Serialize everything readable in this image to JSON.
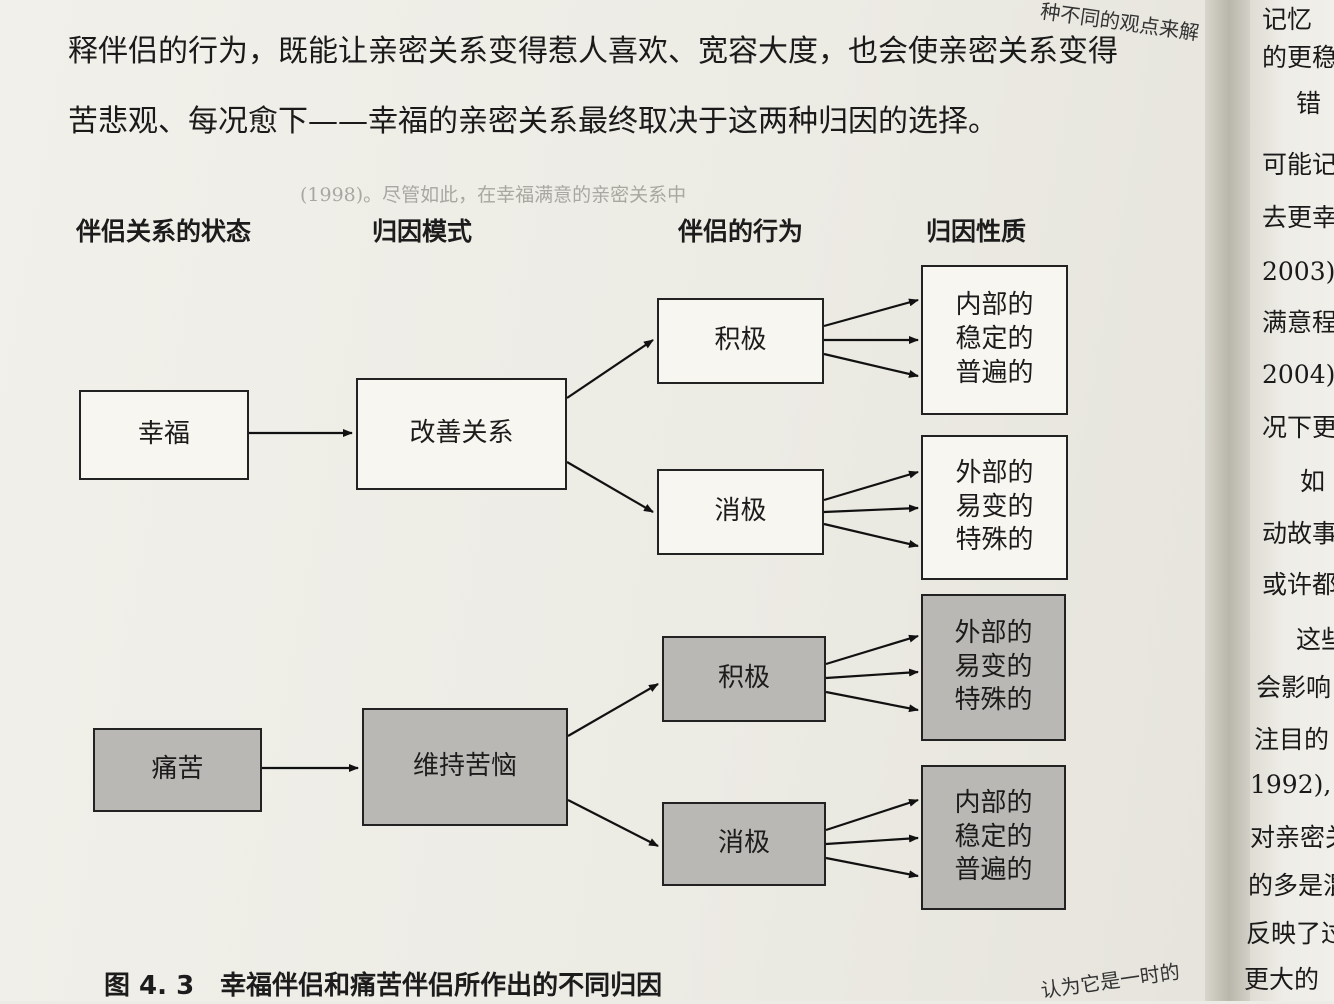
{
  "paragraph": {
    "line1": "释伴侣的行为，既能让亲密关系变得惹人喜欢、宽容大度，也会使亲密关系变得",
    "line2": "苦悲观、每况愈下——幸福的亲密关系最终取决于这两种归因的选择。",
    "top_right_fragment": "种不同的观点来解"
  },
  "diagram": {
    "headers": {
      "state": "伴侣关系的状态",
      "pattern": "归因模式",
      "behavior": "伴侣的行为",
      "nature": "归因性质"
    },
    "happy": {
      "state": "幸福",
      "pattern": "改善关系",
      "positive": "积极",
      "negative": "消极",
      "positive_nature": [
        "内部的",
        "稳定的",
        "普遍的"
      ],
      "negative_nature": [
        "外部的",
        "易变的",
        "特殊的"
      ]
    },
    "distressed": {
      "state": "痛苦",
      "pattern": "维持苦恼",
      "positive": "积极",
      "negative": "消极",
      "positive_nature": [
        "外部的",
        "易变的",
        "特殊的"
      ],
      "negative_nature": [
        "内部的",
        "稳定的",
        "普遍的"
      ]
    }
  },
  "caption": {
    "number": "图 4. 3",
    "title": "幸福伴侣和痛苦伴侣所作出的不同归因"
  },
  "corner_note": "认为它是一时的",
  "right_page_lines": [
    "记忆",
    "的更稳",
    "错",
    "可能记",
    "去更幸",
    "2003)。",
    "满意程",
    "2004)。",
    "况下更",
    "如",
    "动故事",
    "或许都",
    "这些",
    "会影响",
    "注目的",
    "1992),",
    "对亲密关",
    "的多是混",
    "反映了过",
    "更大的"
  ]
}
